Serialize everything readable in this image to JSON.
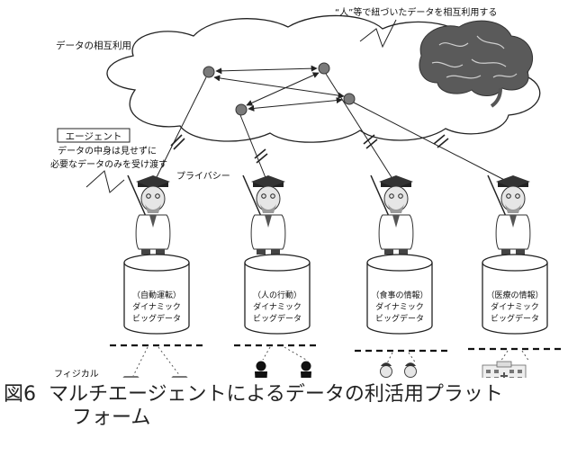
{
  "cloud": {
    "label": "データの相互利用",
    "brain_label": "“人”等で紐づいたデータを相互利用する"
  },
  "agent": {
    "title": "エージェント",
    "desc_line1": "データの中身は見せずに",
    "desc_line2": "必要なデータのみを受け渡す",
    "privacy_label": "プライバシー"
  },
  "databases": [
    {
      "category": "（自動運転）",
      "line2": "ダイナミック",
      "line3": "ビッグデータ"
    },
    {
      "category": "（人の行動）",
      "line2": "ダイナミック",
      "line3": "ビッグデータ"
    },
    {
      "category": "（食事の情報）",
      "line2": "ダイナミック",
      "line3": "ビッグデータ"
    },
    {
      "category": "（医療の情報）",
      "line2": "ダイナミック",
      "line3": "ビッグデータ"
    }
  ],
  "physical_label": "フィジカル",
  "caption": {
    "number": "図6",
    "line1": "マルチエージェントによるデータの利活用プラット",
    "line2": "フォーム"
  },
  "icons": {
    "brain": "brain-icon",
    "professor": "professor-agent-icon",
    "car": "car-icon",
    "person": "person-silhouette-icon",
    "food": "food-table-icon",
    "hospital": "hospital-building-icon"
  },
  "colors": {
    "line": "#222222",
    "node": "#7a7a7a",
    "brain": "#5a5a5a"
  }
}
